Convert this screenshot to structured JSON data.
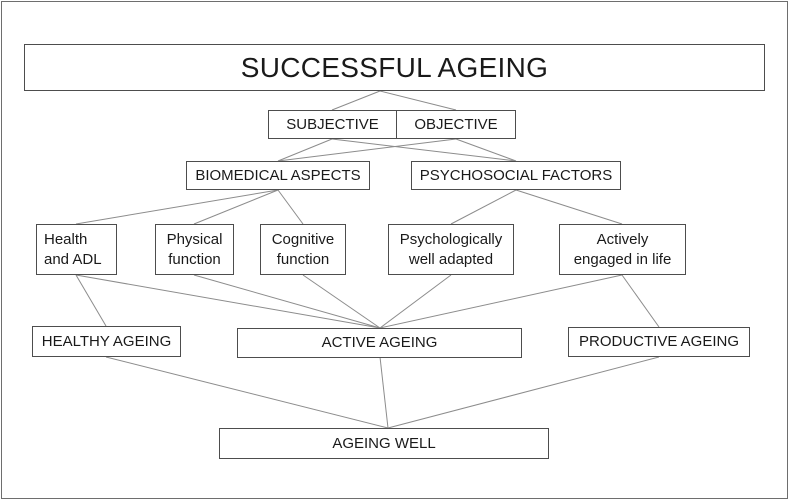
{
  "diagram": {
    "title": "SUCCESSFUL AGEING",
    "approach": {
      "subjective": "SUBJECTIVE",
      "objective": "OBJECTIVE"
    },
    "aspects": {
      "biomedical": "BIOMEDICAL ASPECTS",
      "psychosocial": "PSYCHOSOCIAL FACTORS"
    },
    "domains": {
      "health_adl": "Health\nand ADL",
      "physical_function": "Physical\nfunction",
      "cognitive_function": "Cognitive\nfunction",
      "psych_adapted": "Psychologically\nwell adapted",
      "engaged_in_life": "Actively\nengaged in life"
    },
    "outcomes": {
      "healthy": "HEALTHY AGEING",
      "active": "ACTIVE AGEING",
      "productive": "PRODUCTIVE AGEING"
    },
    "final": "AGEING WELL"
  }
}
